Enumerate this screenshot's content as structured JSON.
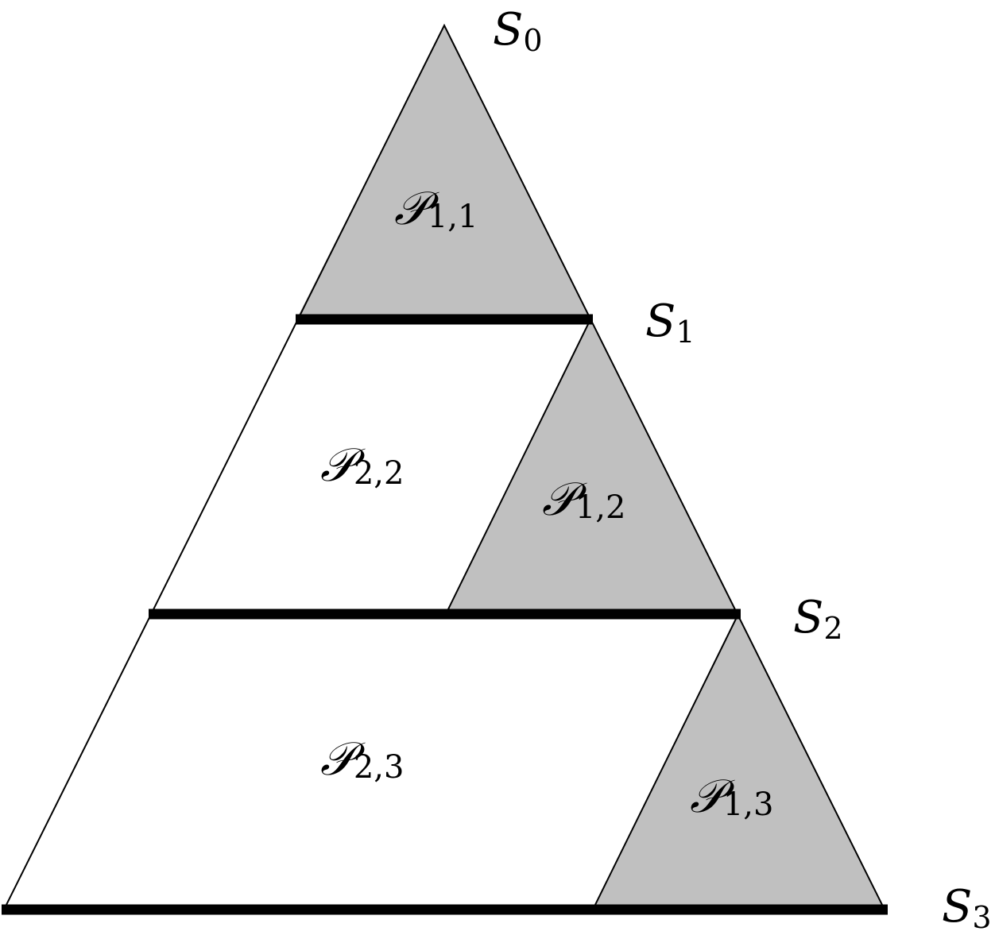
{
  "diagram": {
    "levels": [
      {
        "symbol": "S",
        "sub": "0"
      },
      {
        "symbol": "S",
        "sub": "1"
      },
      {
        "symbol": "S",
        "sub": "2"
      },
      {
        "symbol": "S",
        "sub": "3"
      }
    ],
    "regions": [
      {
        "symbol": "𝒫",
        "sub": "1,1",
        "shaded": true
      },
      {
        "symbol": "𝒫",
        "sub": "2,2",
        "shaded": false
      },
      {
        "symbol": "𝒫",
        "sub": "1,2",
        "shaded": true
      },
      {
        "symbol": "𝒫",
        "sub": "2,3",
        "shaded": false
      },
      {
        "symbol": "𝒫",
        "sub": "1,3",
        "shaded": true
      }
    ],
    "colors": {
      "shaded": "#c0c0c0",
      "line": "#000000",
      "background": "#ffffff"
    }
  }
}
